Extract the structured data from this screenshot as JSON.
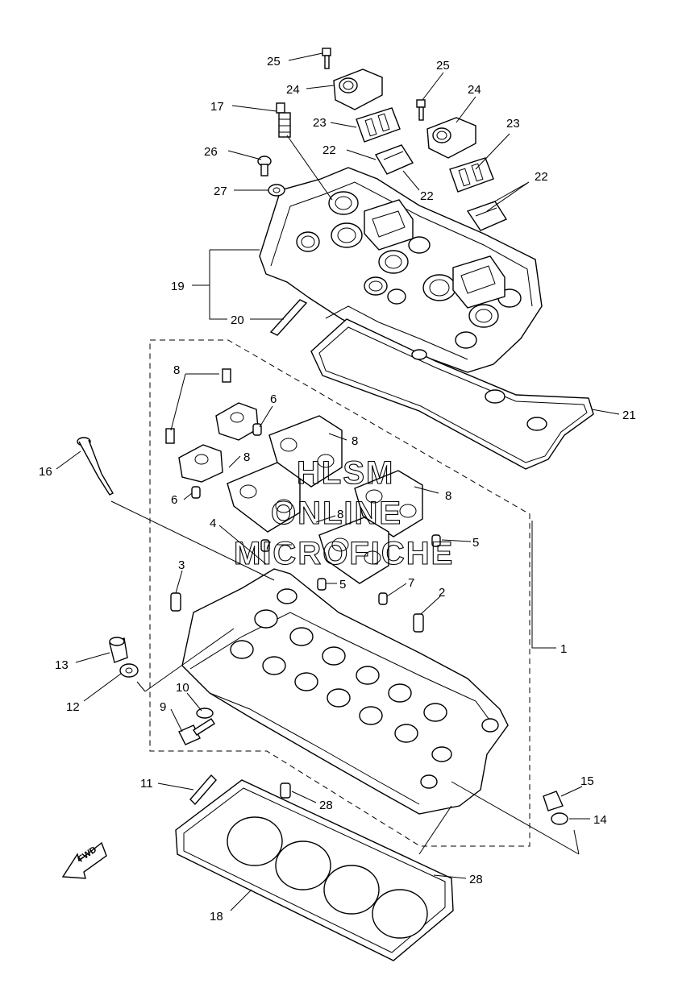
{
  "watermark": {
    "line1": "HLSM",
    "line2": "ONLINE",
    "line3": "MICROFICHE"
  },
  "direction_arrow": {
    "label": "FWD"
  },
  "callouts": [
    {
      "id": "c25a",
      "text": "25"
    },
    {
      "id": "c24a",
      "text": "24"
    },
    {
      "id": "c17",
      "text": "17"
    },
    {
      "id": "c23a",
      "text": "23"
    },
    {
      "id": "c22a",
      "text": "22"
    },
    {
      "id": "c26",
      "text": "26"
    },
    {
      "id": "c27",
      "text": "27"
    },
    {
      "id": "c22b",
      "text": "22"
    },
    {
      "id": "c25b",
      "text": "25"
    },
    {
      "id": "c24b",
      "text": "24"
    },
    {
      "id": "c23b",
      "text": "23"
    },
    {
      "id": "c22c",
      "text": "22"
    },
    {
      "id": "c19",
      "text": "19"
    },
    {
      "id": "c20",
      "text": "20"
    },
    {
      "id": "c21",
      "text": "21"
    },
    {
      "id": "c8a",
      "text": "8"
    },
    {
      "id": "c6a",
      "text": "6"
    },
    {
      "id": "c8b",
      "text": "8"
    },
    {
      "id": "c16",
      "text": "16"
    },
    {
      "id": "c8c",
      "text": "8"
    },
    {
      "id": "c6b",
      "text": "6"
    },
    {
      "id": "c8d",
      "text": "8"
    },
    {
      "id": "c8e",
      "text": "8"
    },
    {
      "id": "c4",
      "text": "4"
    },
    {
      "id": "c7a",
      "text": "7"
    },
    {
      "id": "c5a",
      "text": "5"
    },
    {
      "id": "c3",
      "text": "3"
    },
    {
      "id": "c5b",
      "text": "5"
    },
    {
      "id": "c7b",
      "text": "7"
    },
    {
      "id": "c2",
      "text": "2"
    },
    {
      "id": "c1",
      "text": "1"
    },
    {
      "id": "c13",
      "text": "13"
    },
    {
      "id": "c12",
      "text": "12"
    },
    {
      "id": "c10",
      "text": "10"
    },
    {
      "id": "c9",
      "text": "9"
    },
    {
      "id": "c11",
      "text": "11"
    },
    {
      "id": "c28a",
      "text": "28"
    },
    {
      "id": "c15",
      "text": "15"
    },
    {
      "id": "c14",
      "text": "14"
    },
    {
      "id": "c28b",
      "text": "28"
    },
    {
      "id": "c18",
      "text": "18"
    }
  ]
}
